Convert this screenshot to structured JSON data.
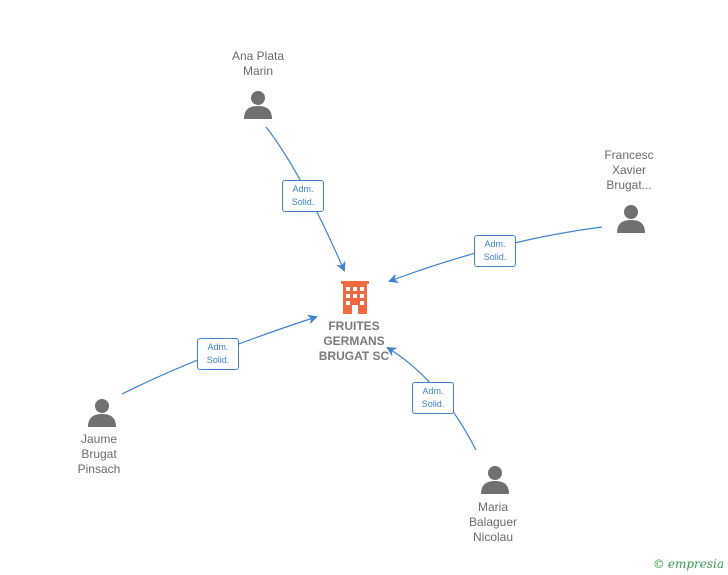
{
  "company": {
    "name": "FRUITES\nGERMANS\nBRUGAT SC",
    "icon": "building-icon",
    "color": "#f26a3f"
  },
  "people": [
    {
      "id": "ana",
      "name": "Ana Plata\nMarin"
    },
    {
      "id": "francesc",
      "name": "Francesc\nXavier\nBrugat..."
    },
    {
      "id": "jaume",
      "name": "Jaume\nBrugat\nPinsach"
    },
    {
      "id": "maria",
      "name": "Maria\nBalaguer\nNicolau"
    }
  ],
  "relation_label": "Adm.\nSolid.",
  "colors": {
    "edge": "#3f82cf",
    "person": "#707070",
    "text": "#6b6b6b"
  },
  "watermark": {
    "copyright": "©",
    "brand": "empresia"
  }
}
